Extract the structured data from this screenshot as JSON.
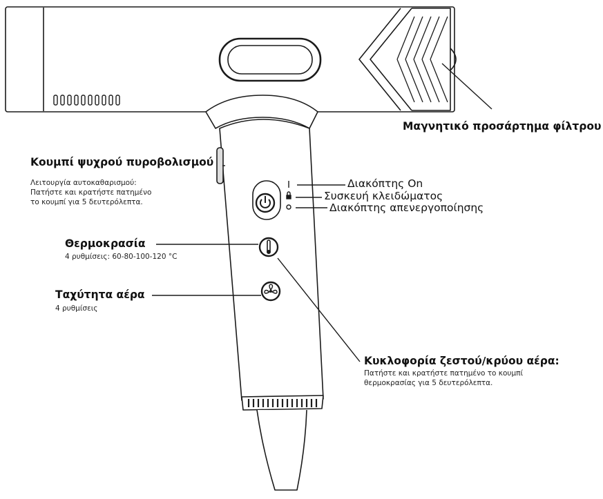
{
  "labels": {
    "filter": {
      "title": "Μαγνητικό προσάρτημα φίλτρου"
    },
    "cool_shot": {
      "title": "Κουμπί ψυχρού πυροβολισμού",
      "desc": [
        "Λειτουργία αυτοκαθαρισμού:",
        "Πατήστε και κρατήστε πατημένο",
        "το κουμπί για 5 δευτερόλεπτα."
      ]
    },
    "switch_on": {
      "title": "Διακόπτης On"
    },
    "lock": {
      "title": "Συσκευή κλειδώματος"
    },
    "switch_off": {
      "title": "Διακόπτης απενεργοποίησης"
    },
    "temperature": {
      "title": "Θερμοκρασία",
      "desc": "4 ρυθμίσεις: 60-80-100-120 °C"
    },
    "air_speed": {
      "title": "Ταχύτητα αέρα",
      "desc": "4 ρυθμίσεις"
    },
    "hot_cold": {
      "title": "Κυκλοφορία ζεστού/κρύου αέρα:",
      "desc": [
        "Πατήστε και κρατήστε πατημένο το κουμπί",
        "θερμοκρασίας για 5 δευτερόλεπτα."
      ]
    }
  },
  "icons": {
    "power": "power-icon",
    "thermometer": "thermometer-icon",
    "fan": "fan-icon",
    "lock": "lock-icon"
  }
}
